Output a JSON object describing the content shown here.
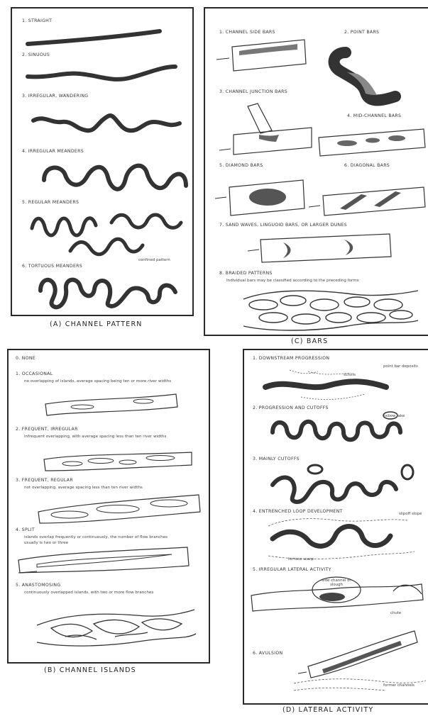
{
  "panel_a": {
    "caption": "(A) CHANNEL PATTERN",
    "items": [
      "1. STRAIGHT",
      "2. SINUOUS",
      "3. IRREGULAR, wandering",
      "4. IRREGULAR MEANDERS",
      "5. REGULAR MEANDERS",
      "6. TORTUOUS MEANDERS"
    ],
    "note": "confined pattern"
  },
  "panel_c": {
    "caption": "(C) BARS",
    "items": [
      "1. CHANNEL SIDE BARS",
      "2. POINT BARS",
      "3. CHANNEL JUNCTION BARS",
      "4. MID-CHANNEL BARS",
      "5. DIAMOND BARS",
      "6. DIAGONAL BARS",
      "7. SAND WAVES, LINGUOID BARS, OR LARGER DUNES",
      "8. BRAIDED PATTERNS"
    ],
    "braided_note": "Individual bars may be classified according to the preceding forms"
  },
  "panel_b": {
    "caption": "(B) CHANNEL ISLANDS",
    "items": [
      "0. NONE",
      "1. OCCASIONAL",
      "2. FREQUENT, IRREGULAR",
      "3. FREQUENT, REGULAR",
      "4. SPLIT",
      "5. ANASTOMOSING"
    ],
    "notes": [
      "no overlapping of islands, average spacing being ten or more river widths",
      "infrequent overlapping, with average spacing less than ten river widths",
      "not overlapping, average spacing less than ten river widths",
      "islands overlap frequently or continuously, the number of flow branches usually is two or three",
      "continuously overlapped islands, with two or more flow branches"
    ]
  },
  "panel_d": {
    "caption": "(D) LATERAL ACTIVITY",
    "items": [
      "1. DOWNSTREAM PROGRESSION",
      "2. PROGRESSION AND CUTOFFS",
      "3. MAINLY CUTOFFS",
      "4. ENTRENCHED LOOP DEVELOPMENT",
      "5. IRREGULAR LATERAL ACTIVITY",
      "6. AVULSION"
    ],
    "annotations": [
      "point bar deposits",
      "scrolls",
      "oxbow lake",
      "slipoff slope",
      "terrace scarp",
      "side channel or slough",
      "chute",
      "former channels"
    ]
  }
}
